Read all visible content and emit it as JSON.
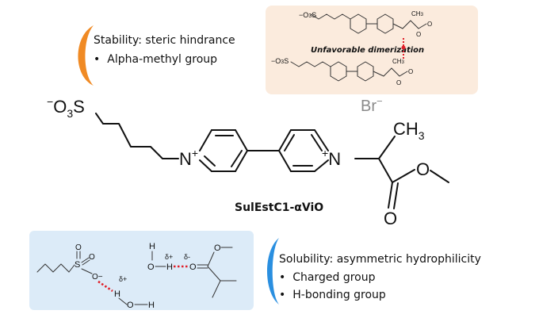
{
  "stability": {
    "title": "Stability: steric hindrance",
    "bullets": [
      "Alpha-methyl group"
    ],
    "bracket_color": "#f08a24"
  },
  "solubility": {
    "title": "Solubility: asymmetric hydrophilicity",
    "bullets": [
      "Charged group",
      "H-bonding group"
    ],
    "bracket_color": "#2a8fe0"
  },
  "bullet_char": "•",
  "dimer_panel": {
    "label": "Unfavorable dimerization",
    "background": "#fbebdd",
    "marker_color": "#e0202a"
  },
  "counterion": "Br",
  "counterion_charge": "−",
  "molecule": {
    "name": "SulEstC1-αViO",
    "sulfonate_prefix": "O",
    "sulfonate_sub": "3",
    "sulfonate_sup": "−",
    "sulfur": "S",
    "n_left": "N",
    "n_left_charge": "+",
    "n_right": "N",
    "n_right_charge": "+",
    "methyl": "CH",
    "methyl_sub": "3",
    "ester_o_single": "O",
    "ester_o_double": "O"
  },
  "hbond_panel": {
    "background": "#dcebf8",
    "delta_plus": "δ+",
    "delta_minus": "δ-",
    "S": "S",
    "O": "O",
    "O_minus": "O−",
    "H": "H"
  }
}
